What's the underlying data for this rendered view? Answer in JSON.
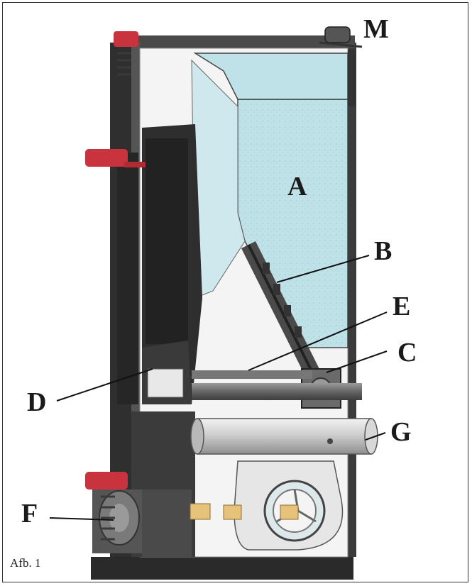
{
  "labels": {
    "A": "A",
    "B": "B",
    "C": "C",
    "D": "D",
    "E": "E",
    "F": "F",
    "G": "G",
    "M": "M"
  },
  "caption": "Afb. 1",
  "colors": {
    "pellet_hopper": "#bfe1e8",
    "handles": "#c8333d",
    "stove_body": "#2b2b2b",
    "tube": "#c9c9c9",
    "outline": "#3a3a3a"
  }
}
